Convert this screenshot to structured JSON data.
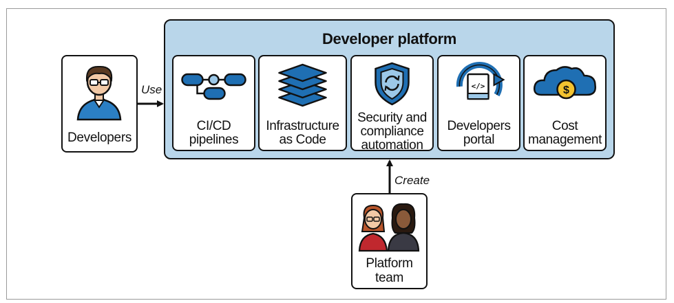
{
  "platform": {
    "title": "Developer platform"
  },
  "actors": {
    "developers": {
      "label": "Developers",
      "icon": "developer-person-icon"
    },
    "platform_team": {
      "label_line1": "Platform",
      "label_line2": "team",
      "icon": "platform-team-people-icon"
    }
  },
  "edges": {
    "use": "Use",
    "create": "Create"
  },
  "components": [
    {
      "line1": "CI/CD",
      "line2": "pipelines",
      "icon": "pipeline-flow-icon"
    },
    {
      "line1": "Infrastructure",
      "line2": "as Code",
      "icon": "stacked-layers-icon"
    },
    {
      "line1": "Security and",
      "line2": "compliance",
      "line3": "automation",
      "icon": "shield-sync-icon"
    },
    {
      "line1": "Developers",
      "line2": "portal",
      "icon": "code-portal-icon"
    },
    {
      "line1": "Cost",
      "line2": "management",
      "icon": "cloud-cost-icon"
    }
  ],
  "colors": {
    "platform_fill": "#b9d6ea",
    "icon_blue": "#1f6fb3",
    "icon_light_blue": "#9cc8e8",
    "coin_yellow": "#f2c230",
    "shirt_blue": "#2b7fc4",
    "team_red": "#c0282e"
  }
}
